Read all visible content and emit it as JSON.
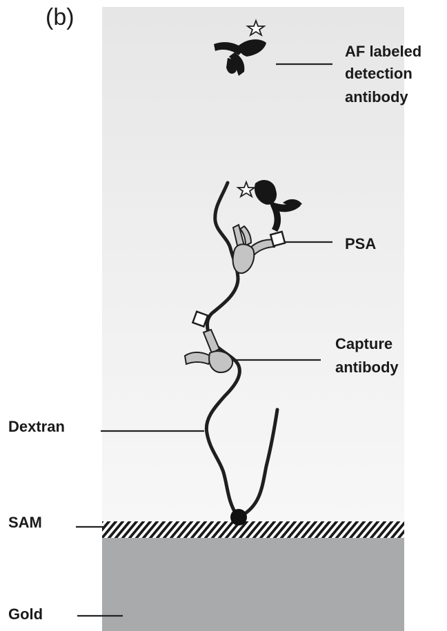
{
  "panel_label": "(b)",
  "labels": {
    "af_line1": "AF labeled",
    "af_line2": "detection",
    "af_line3": "antibody",
    "psa": "PSA",
    "capture_line1": "Capture",
    "capture_line2": "antibody",
    "dextran": "Dextran",
    "sam": "SAM",
    "gold": "Gold"
  },
  "colors": {
    "background": "#ffffff",
    "solution_region": "#ececec",
    "gold_layer": "#a9aaab",
    "sam_hatch": "#1a1a1a",
    "dextran_strand": "#1f1f1f",
    "capture_antibody_fill": "#c4c4c4",
    "detection_antibody_fill": "#161616",
    "leader_lines": "#222222"
  },
  "icons": [
    "star-icon",
    "antibody-icon",
    "antigen-square-icon"
  ]
}
